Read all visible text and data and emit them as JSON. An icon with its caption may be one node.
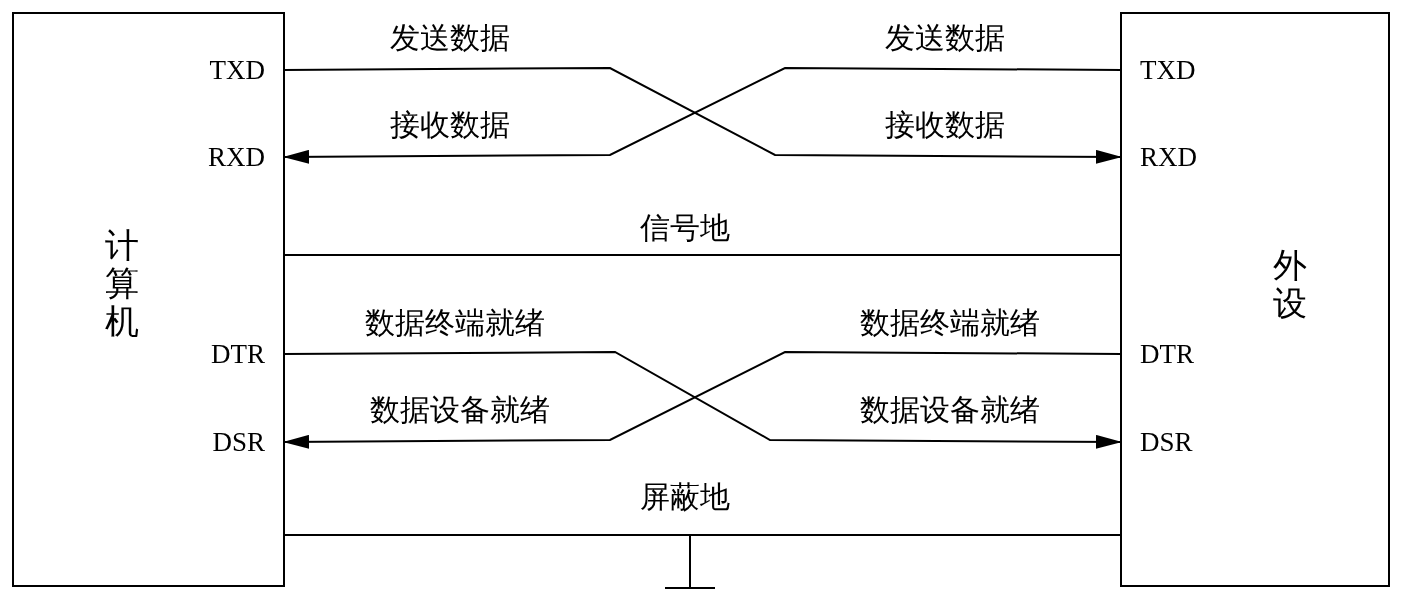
{
  "diagram": {
    "nodes": [
      {
        "text": [
          "计算机"
        ]
      },
      {
        "text": [
          "TXD"
        ],
        "in": 0
      },
      {
        "text": [
          "RXD"
        ],
        "in": 0
      },
      {
        "text": [
          "DTR"
        ],
        "in": 0
      },
      {
        "text": [
          "DSR"
        ],
        "in": 0
      },
      {
        "text": [
          "外设"
        ]
      },
      {
        "text": [
          "TXD"
        ],
        "in": 5
      },
      {
        "text": [
          "RXD"
        ],
        "in": 5
      },
      {
        "text": [
          "DTR"
        ],
        "in": 5
      },
      {
        "text": [
          "DSR"
        ],
        "in": 5
      }
    ],
    "edges": [
      {
        "from": 1,
        "to": 7,
        "arrow": "to"
      },
      {
        "from": 6,
        "to": 2,
        "arrow": "to"
      },
      {
        "from": 0,
        "to": 5,
        "arrow": "none",
        "label": "信号地"
      },
      {
        "from": 3,
        "to": 9,
        "arrow": "to"
      },
      {
        "from": 8,
        "to": 4,
        "arrow": "to"
      },
      {
        "from": 0,
        "to": 5,
        "arrow": "none",
        "label": "屏蔽地"
      }
    ],
    "labels": [
      "发送数据",
      "发送数据",
      "接收数据",
      "接收数据",
      "数据终端就绪",
      "数据终端就绪",
      "数据设备就绪",
      "数据设备就绪"
    ]
  }
}
